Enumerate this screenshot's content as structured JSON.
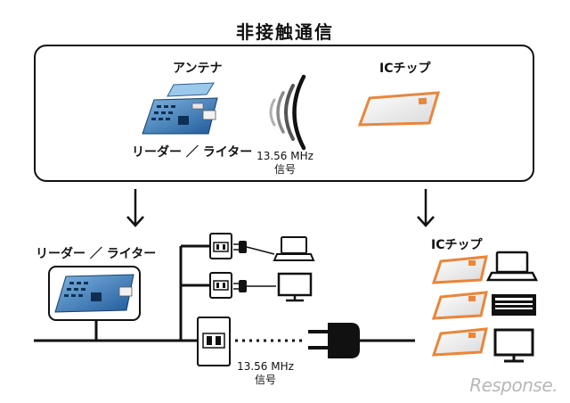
{
  "title": "非接触通信",
  "panel": {
    "antenna_label": "アンテナ",
    "reader_writer_label": "リーダー ／ ライター",
    "ic_chip_label": "ICチップ",
    "frequency": "13.56 MHz",
    "signal": "信号"
  },
  "bottom": {
    "reader_writer_label": "リーダー ／ ライター",
    "ic_chip_label": "ICチップ",
    "frequency": "13.56 MHz",
    "signal": "信号"
  },
  "watermark": "Response.",
  "colors": {
    "reader_board": "#2a6db0",
    "ic_card": "#e8863a",
    "line": "#111111"
  }
}
